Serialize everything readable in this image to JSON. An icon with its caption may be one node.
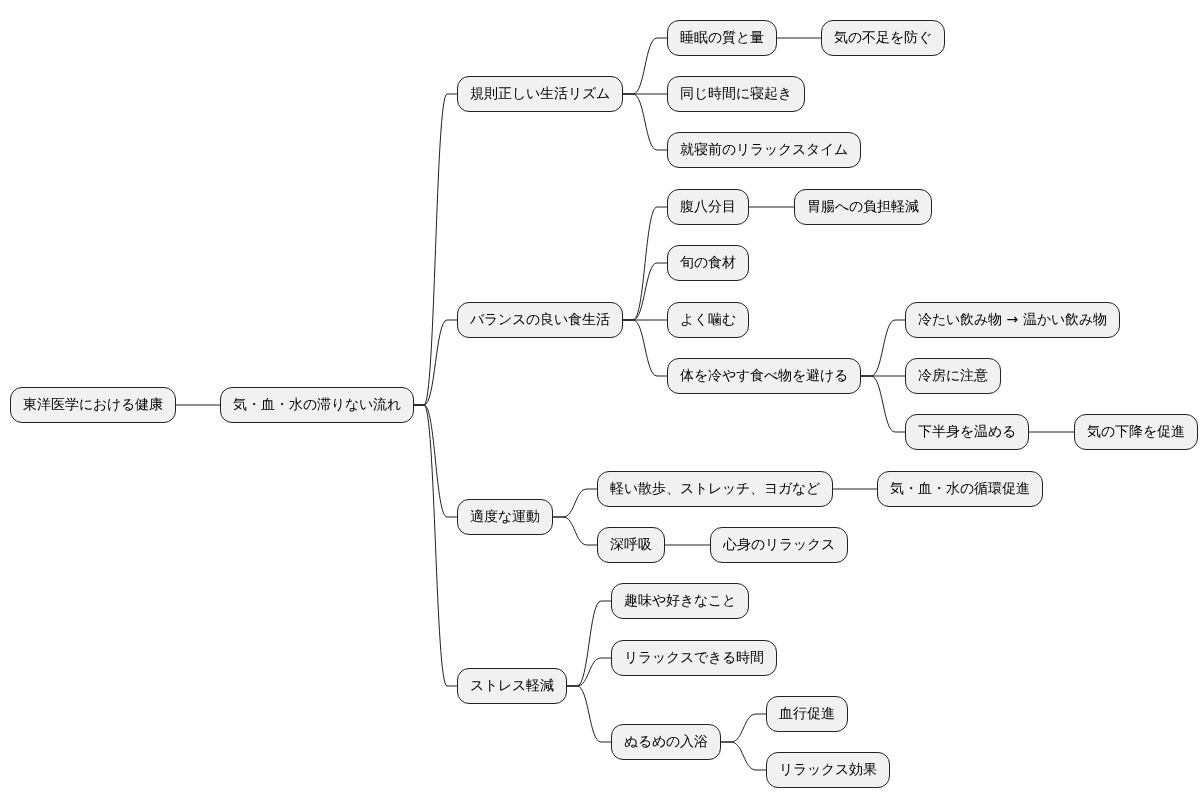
{
  "diagram": {
    "nodes": [
      {
        "text": [
          "東洋医学における健康"
        ]
      },
      {
        "text": [
          "気・血・水の滞りない流れ"
        ]
      },
      {
        "text": [
          "規則正しい生活リズム"
        ]
      },
      {
        "text": [
          "睡眠の質と量"
        ]
      },
      {
        "text": [
          "気の不足を防ぐ"
        ]
      },
      {
        "text": [
          "同じ時間に寝起き"
        ]
      },
      {
        "text": [
          "就寝前のリラックスタイム"
        ]
      },
      {
        "text": [
          "バランスの良い食生活"
        ]
      },
      {
        "text": [
          "腹八分目"
        ]
      },
      {
        "text": [
          "胃腸への負担軽減"
        ]
      },
      {
        "text": [
          "旬の食材"
        ]
      },
      {
        "text": [
          "よく噛む"
        ]
      },
      {
        "text": [
          "体を冷やす食べ物を避ける"
        ]
      },
      {
        "text": [
          "冷たい飲み物 → 温かい飲み物"
        ]
      },
      {
        "text": [
          "冷房に注意"
        ]
      },
      {
        "text": [
          "下半身を温める"
        ]
      },
      {
        "text": [
          "気の下降を促進"
        ]
      },
      {
        "text": [
          "適度な運動"
        ]
      },
      {
        "text": [
          "軽い散歩、ストレッチ、ヨガなど"
        ]
      },
      {
        "text": [
          "気・血・水の循環促進"
        ]
      },
      {
        "text": [
          "深呼吸"
        ]
      },
      {
        "text": [
          "心身のリラックス"
        ]
      },
      {
        "text": [
          "ストレス軽減"
        ]
      },
      {
        "text": [
          "趣味や好きなこと"
        ]
      },
      {
        "text": [
          "リラックスできる時間"
        ]
      },
      {
        "text": [
          "ぬるめの入浴"
        ]
      },
      {
        "text": [
          "血行促進"
        ]
      },
      {
        "text": [
          "リラックス効果"
        ]
      }
    ],
    "edges": [
      {
        "from": 0,
        "to": 1,
        "arrow": "none"
      },
      {
        "from": 1,
        "to": 2,
        "arrow": "none"
      },
      {
        "from": 2,
        "to": 3,
        "arrow": "none"
      },
      {
        "from": 3,
        "to": 4,
        "arrow": "none"
      },
      {
        "from": 2,
        "to": 5,
        "arrow": "none"
      },
      {
        "from": 2,
        "to": 6,
        "arrow": "none"
      },
      {
        "from": 1,
        "to": 7,
        "arrow": "none"
      },
      {
        "from": 7,
        "to": 8,
        "arrow": "none"
      },
      {
        "from": 8,
        "to": 9,
        "arrow": "none"
      },
      {
        "from": 7,
        "to": 10,
        "arrow": "none"
      },
      {
        "from": 7,
        "to": 11,
        "arrow": "none"
      },
      {
        "from": 7,
        "to": 12,
        "arrow": "none"
      },
      {
        "from": 12,
        "to": 13,
        "arrow": "none"
      },
      {
        "from": 12,
        "to": 14,
        "arrow": "none"
      },
      {
        "from": 12,
        "to": 15,
        "arrow": "none"
      },
      {
        "from": 15,
        "to": 16,
        "arrow": "none"
      },
      {
        "from": 1,
        "to": 17,
        "arrow": "none"
      },
      {
        "from": 17,
        "to": 18,
        "arrow": "none"
      },
      {
        "from": 18,
        "to": 19,
        "arrow": "none"
      },
      {
        "from": 17,
        "to": 20,
        "arrow": "none"
      },
      {
        "from": 20,
        "to": 21,
        "arrow": "none"
      },
      {
        "from": 1,
        "to": 22,
        "arrow": "none"
      },
      {
        "from": 22,
        "to": 23,
        "arrow": "none"
      },
      {
        "from": 22,
        "to": 24,
        "arrow": "none"
      },
      {
        "from": 22,
        "to": 25,
        "arrow": "none"
      },
      {
        "from": 25,
        "to": 26,
        "arrow": "none"
      },
      {
        "from": 25,
        "to": 27,
        "arrow": "none"
      }
    ]
  }
}
